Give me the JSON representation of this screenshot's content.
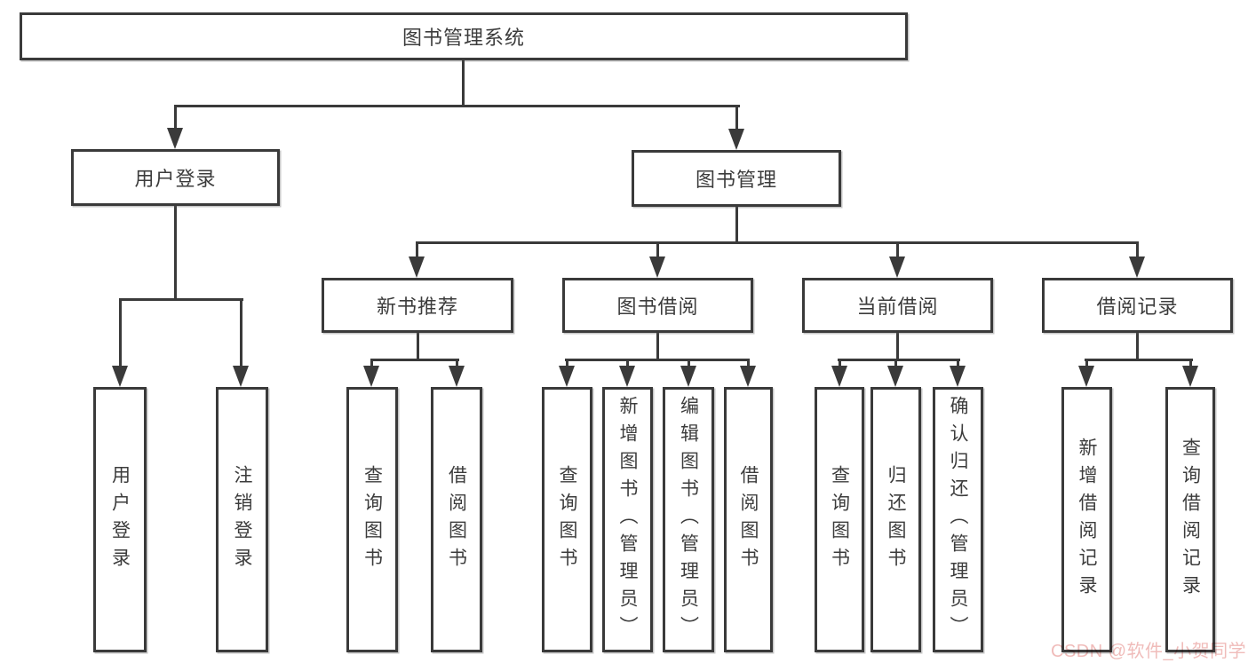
{
  "diagram": {
    "title": "图书管理系统",
    "root": {
      "label": "图书管理系统",
      "children": [
        {
          "label": "用户登录",
          "children": [
            {
              "label": "用户登录"
            },
            {
              "label": "注销登录"
            }
          ]
        },
        {
          "label": "图书管理",
          "children": [
            {
              "label": "新书推荐",
              "children": [
                {
                  "label": "查询图书"
                },
                {
                  "label": "借阅图书"
                }
              ]
            },
            {
              "label": "图书借阅",
              "children": [
                {
                  "label": "查询图书"
                },
                {
                  "label": "新增图书（管理员）"
                },
                {
                  "label": "编辑图书（管理员）"
                },
                {
                  "label": "借阅图书"
                }
              ]
            },
            {
              "label": "当前借阅",
              "children": [
                {
                  "label": "查询图书"
                },
                {
                  "label": "归还图书"
                },
                {
                  "label": "确认归还（管理员）"
                }
              ]
            },
            {
              "label": "借阅记录",
              "children": [
                {
                  "label": "新增借阅记录"
                },
                {
                  "label": "查询借阅记录"
                }
              ]
            }
          ]
        }
      ]
    },
    "line_color": "#3a3a3a",
    "text_color": "#3c3c3c"
  },
  "watermark": {
    "text": "CSDN @软件_小贺同学",
    "color": "#f0bcba"
  }
}
